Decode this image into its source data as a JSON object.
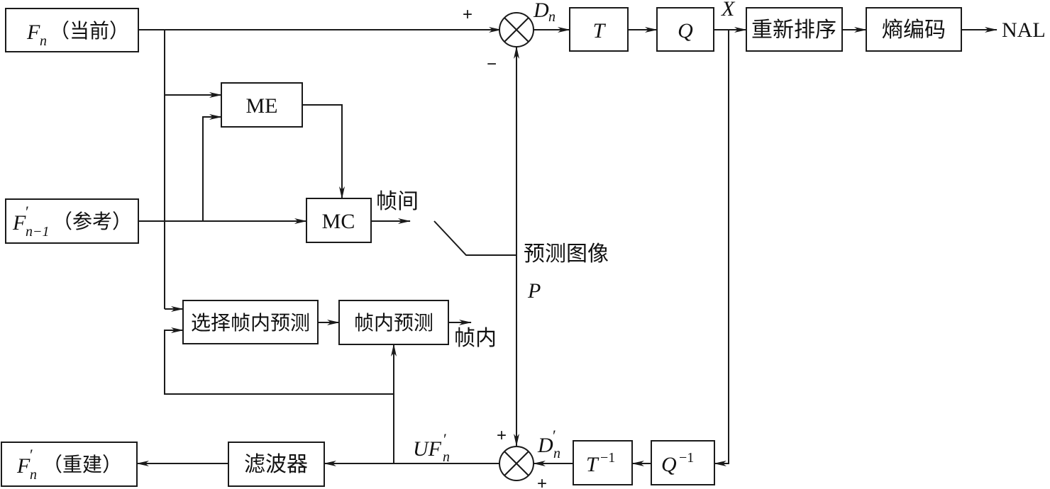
{
  "blocks": {
    "fn_current": {
      "var": "F",
      "sub": "n",
      "prime": "",
      "label": "（当前）"
    },
    "fn1_reference": {
      "var": "F",
      "sub": "n−1",
      "prime": "′",
      "label": "（参考）"
    },
    "fn_reconstructed": {
      "var": "F",
      "sub": "n",
      "prime": "′",
      "label": "（重建）"
    },
    "me": "ME",
    "mc": "MC",
    "transform": "T",
    "quantize": "Q",
    "reorder": "重新排序",
    "entropy": "熵编码",
    "nal": "NAL",
    "intra_select": "选择帧内预测",
    "intra_pred": "帧内预测",
    "inv_quantize": {
      "base": "Q",
      "exp": "−1"
    },
    "inv_transform": {
      "base": "T",
      "exp": "−1"
    },
    "filter": "滤波器"
  },
  "labels": {
    "dn": {
      "base": "D",
      "sub": "n"
    },
    "dn_prime": {
      "base": "D",
      "sub": "n",
      "prime": "′"
    },
    "x": "X",
    "ufn": {
      "base": "UF",
      "sub": "n",
      "prime": "′"
    },
    "inter": "帧间",
    "intra": "帧内",
    "pred_image": "预测图像",
    "p": "P"
  },
  "signs": {
    "top_plus": "+",
    "top_minus": "−",
    "bottom_plus_top": "+",
    "bottom_plus_bottom": "+"
  },
  "colors": {
    "line": "#1a1a1a",
    "background": "#ffffff"
  }
}
